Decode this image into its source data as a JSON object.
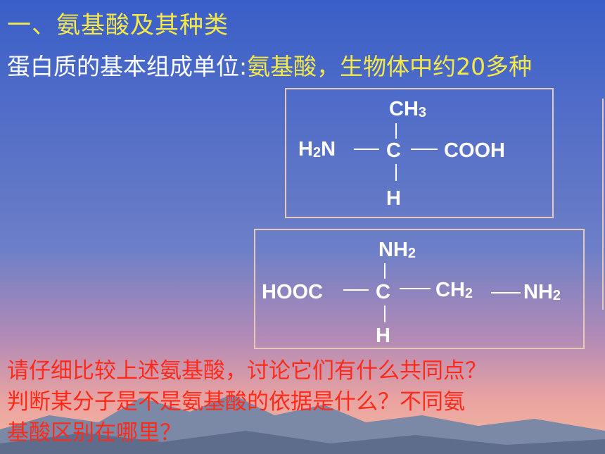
{
  "slide": {
    "title": "一、氨基酸及其种类",
    "subtitle_prefix": "蛋白质的基本组成单位:",
    "subtitle_highlight": "氨基酸，生物体中约20多种"
  },
  "structure1": {
    "top": "CH",
    "top_sub": "3",
    "left": "H",
    "left_sub": "2",
    "left_tail": "N",
    "center": "C",
    "right": "COOH",
    "bottom": "H"
  },
  "structure2": {
    "top": "NH",
    "top_sub": "2",
    "left": "HOOC",
    "center": "C",
    "right": "CH",
    "right_sub": "2",
    "far_right": "NH",
    "far_right_sub": "2",
    "bottom": "H"
  },
  "question": {
    "line1": "请仔细比较上述氨基酸，讨论它们有什么共同点？",
    "line2": "判断某分子是不是氨基酸的依据是什么？不同氨",
    "line3": "基酸区别在哪里？"
  },
  "colors": {
    "title": "#f5e94a",
    "question": "#ff2a1a",
    "box_border": "#e6c9b8"
  }
}
